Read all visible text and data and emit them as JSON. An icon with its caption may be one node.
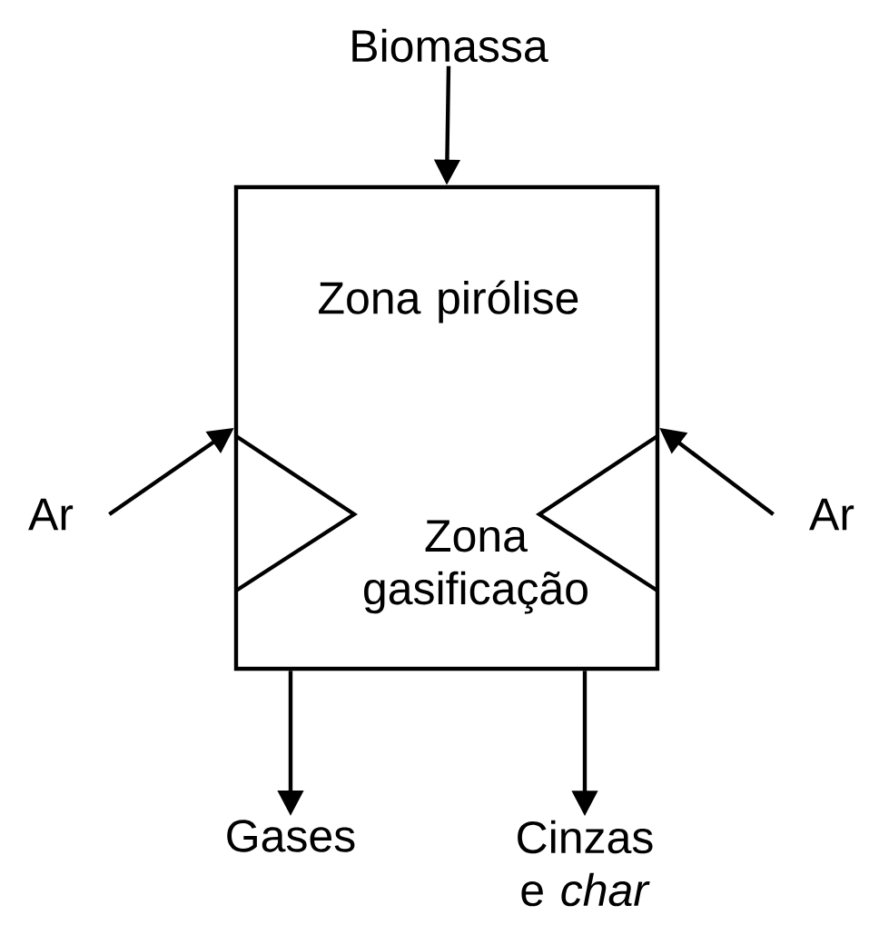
{
  "diagram": {
    "nodes": [
      {
        "text": [
          "Biomassa"
        ]
      },
      {
        "text": [
          "Zona pirólise",
          "Zona gasificação"
        ]
      },
      {
        "text": [
          "Ar"
        ]
      },
      {
        "text": [
          "Ar"
        ]
      },
      {
        "text": [
          "Gases"
        ]
      },
      {
        "text": [
          "Cinzas e *char*"
        ]
      }
    ],
    "edges": [
      {
        "from": 0,
        "to": 1,
        "arrow": "to"
      },
      {
        "from": 2,
        "to": 1,
        "arrow": "to"
      },
      {
        "from": 3,
        "to": 1,
        "arrow": "to"
      },
      {
        "from": 1,
        "to": 4,
        "arrow": "to"
      },
      {
        "from": 1,
        "to": 5,
        "arrow": "to"
      }
    ]
  }
}
